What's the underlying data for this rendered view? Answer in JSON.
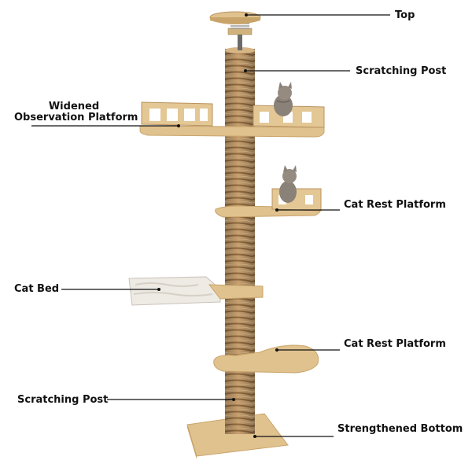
{
  "callouts": {
    "top": "Top",
    "scratching_post_upper": "Scratching Post",
    "observation_line1": "Widened",
    "observation_line2": "Observation Platform",
    "rest_platform_upper": "Cat Rest Platform",
    "cat_bed": "Cat Bed",
    "rest_platform_lower": "Cat Rest Platform",
    "scratching_post_lower": "Scratching Post",
    "bottom": "Strengthened Bottom"
  },
  "colors": {
    "wood": "#e0c28f",
    "wood_dark": "#c9a46a",
    "sisal": "#c8a070",
    "sisal_dark": "#8f6a3f",
    "plush": "#eeeae4",
    "cat": "#8a8178",
    "leader_line": "#111111"
  }
}
